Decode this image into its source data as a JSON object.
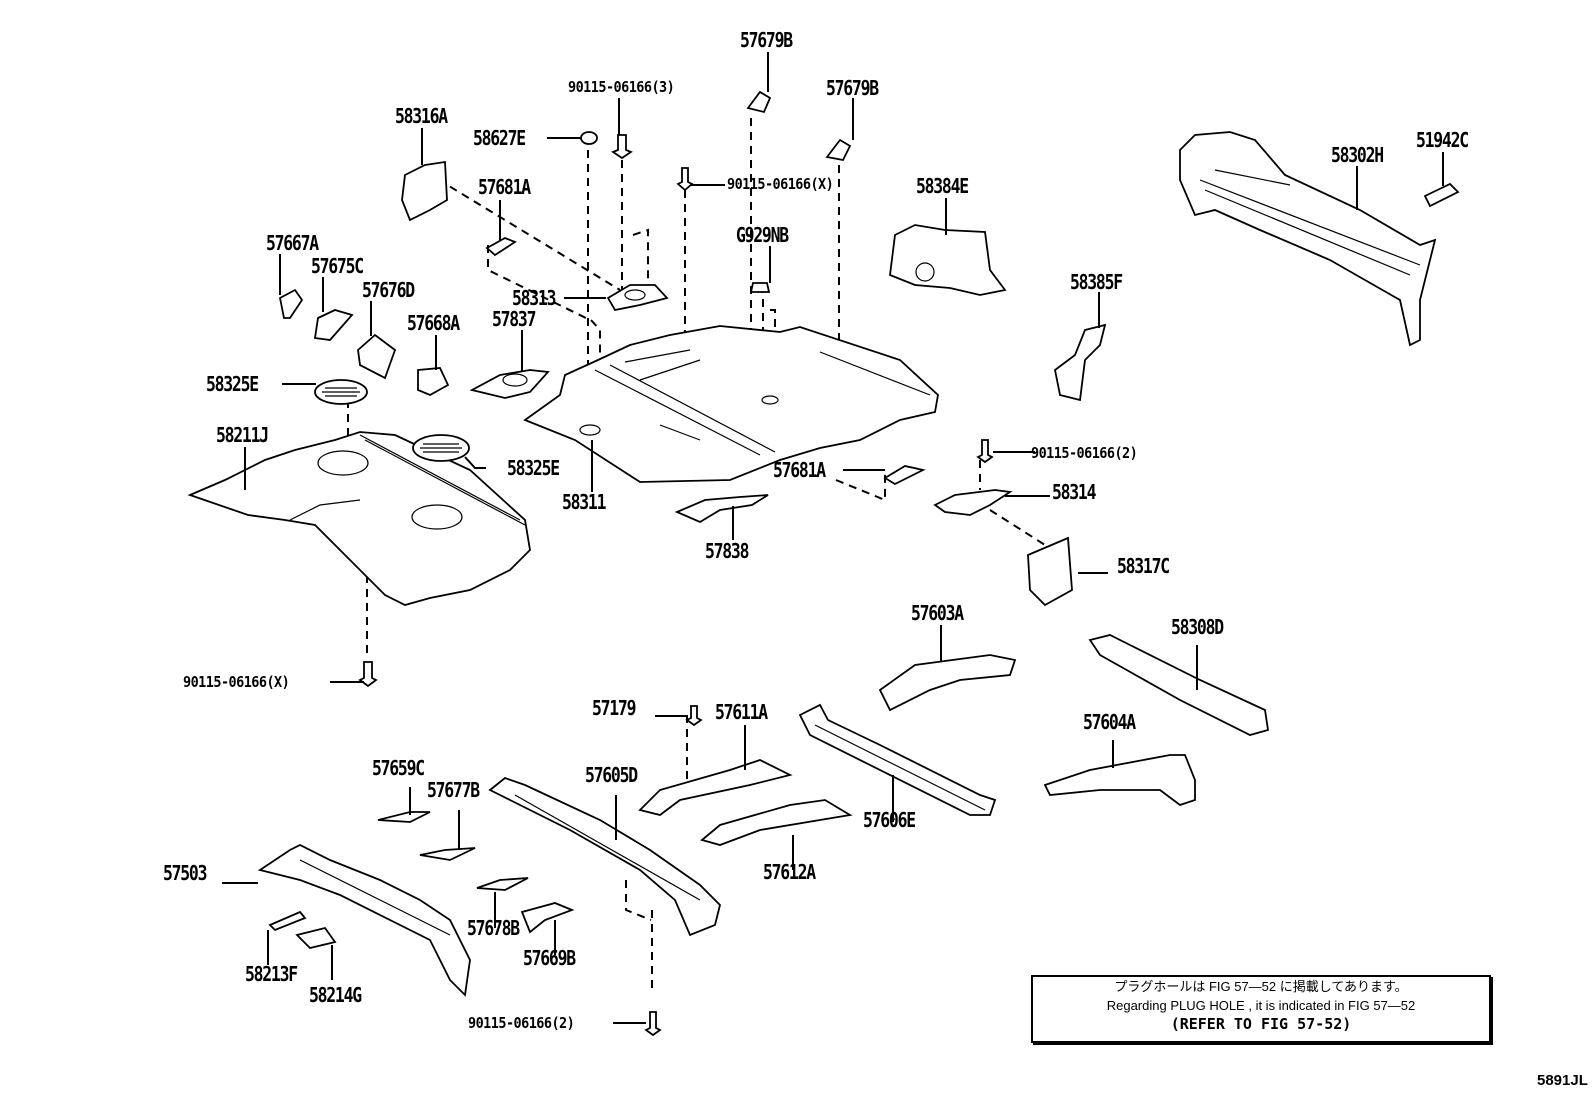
{
  "diagram": {
    "type": "exploded-parts-diagram",
    "subject": "Floor pan & rear floor members",
    "labels": {
      "p57679B_top": "57679B",
      "p57679B_right": "57679B",
      "p90115_3": "90115-06166(3)",
      "p58316A": "58316A",
      "p58627E": "58627E",
      "p57681A_left": "57681A",
      "p90115_X_top": "90115-06166(X)",
      "p58384E": "58384E",
      "p58302H": "58302H",
      "p51942C": "51942C",
      "pG929NB": "G929NB",
      "p57667A": "57667A",
      "p57675C": "57675C",
      "p57676D": "57676D",
      "p58313": "58313",
      "p57837": "57837",
      "p57668A": "57668A",
      "p58385F": "58385F",
      "p58325E_left": "58325E",
      "p58211J": "58211J",
      "p58325E_right": "58325E",
      "p58311": "58311",
      "p57681A_right": "57681A",
      "p90115_2_right": "90115-06166(2)",
      "p58314": "58314",
      "p57838": "57838",
      "p58317C": "58317C",
      "p57603A": "57603A",
      "p58308D": "58308D",
      "p90115_X_left": "90115-06166(X)",
      "p57179": "57179",
      "p57611A": "57611A",
      "p57604A": "57604A",
      "p57659C": "57659C",
      "p57605D": "57605D",
      "p57677B": "57677B",
      "p57606E": "57606E",
      "p57503": "57503",
      "p57612A": "57612A",
      "p57678B": "57678B",
      "p58213F": "58213F",
      "p57669B": "57669B",
      "p58214G": "58214G",
      "p90115_2_bottom": "90115-06166(2)"
    },
    "note": {
      "line_jp": "プラグホールは FIG 57―52 に掲載してあります。",
      "line_en": "Regarding  PLUG  HOLE , it is indicated in FIG  57―52",
      "line_ref": "(REFER TO FIG 57-52)"
    },
    "figure_code": "5891JL"
  }
}
